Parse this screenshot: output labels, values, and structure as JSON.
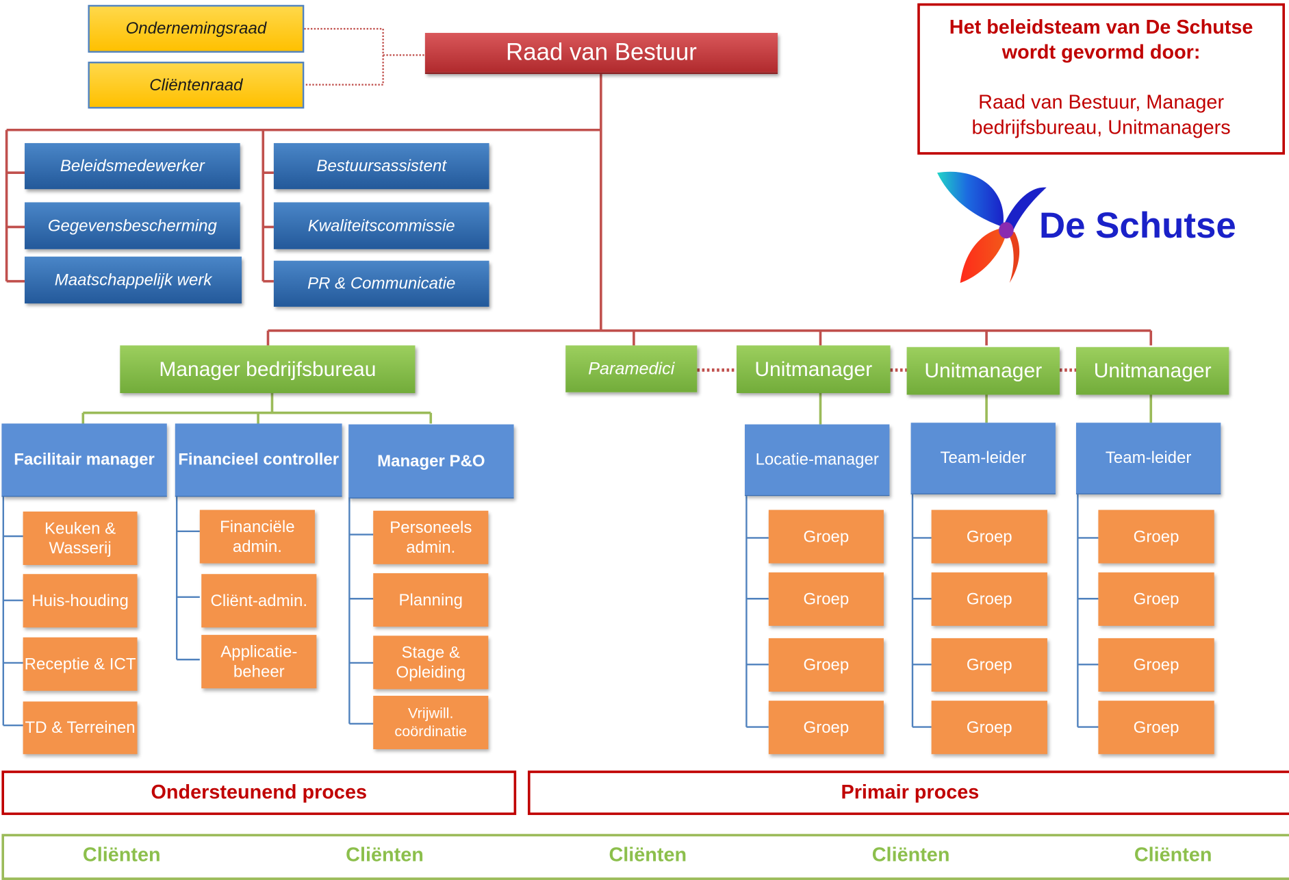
{
  "colors": {
    "red_box": "#c0393b",
    "red_line": "#c0504d",
    "green_line": "#9bbb59",
    "blue_line": "#4f81bd",
    "yellow_box": "#ffc000",
    "orange_box": "#f4934a",
    "accent_text": "#c00000",
    "client_text": "#8cbf4c",
    "logo_text": "#1a21c8"
  },
  "advisory": {
    "ondernemingsraad": "Ondernemingsraad",
    "clientenraad": "Cliëntenraad"
  },
  "board": {
    "label": "Raad van Bestuur"
  },
  "staff": {
    "left": [
      "Beleidsmedewerker",
      "Gegevensbescherming",
      "Maatschappelijk werk"
    ],
    "right": [
      "Bestuursassistent",
      "Kwaliteitscommissie",
      "PR & Communicatie"
    ]
  },
  "policy_team": {
    "title": "Het beleidsteam van De Schutse wordt gevormd door:",
    "members": "Raad van Bestuur, Manager bedrijfsbureau, Unitmanagers"
  },
  "logo": {
    "text": "De Schutse",
    "icon": "butterfly-logo-icon"
  },
  "managers": {
    "bedrijfsbureau": "Manager bedrijfsbureau",
    "paramedici": "Paramedici",
    "unit": [
      "Unitmanager",
      "Unitmanager",
      "Unitmanager"
    ]
  },
  "support_heads": [
    "Facilitair manager",
    "Financieel controller",
    "Manager P&O"
  ],
  "support_units": [
    [
      "Keuken & Wasserij",
      "Huis-houding",
      "Receptie & ICT",
      "TD & Terreinen"
    ],
    [
      "Financiële admin.",
      "Cliënt-admin.",
      "Applicatie-beheer"
    ],
    [
      "Personeels admin.",
      "Planning",
      "Stage & Opleiding",
      "Vrijwill. coördinatie"
    ]
  ],
  "primary_heads": [
    "Locatie-manager",
    "Team-leider",
    "Team-leider"
  ],
  "groups": [
    [
      "Groep",
      "Groep",
      "Groep",
      "Groep"
    ],
    [
      "Groep",
      "Groep",
      "Groep",
      "Groep"
    ],
    [
      "Groep",
      "Groep",
      "Groep",
      "Groep"
    ]
  ],
  "process": {
    "support": "Ondersteunend proces",
    "primary": "Primair proces"
  },
  "clients": [
    "Cliënten",
    "Cliënten",
    "Cliënten",
    "Cliënten",
    "Cliënten"
  ]
}
